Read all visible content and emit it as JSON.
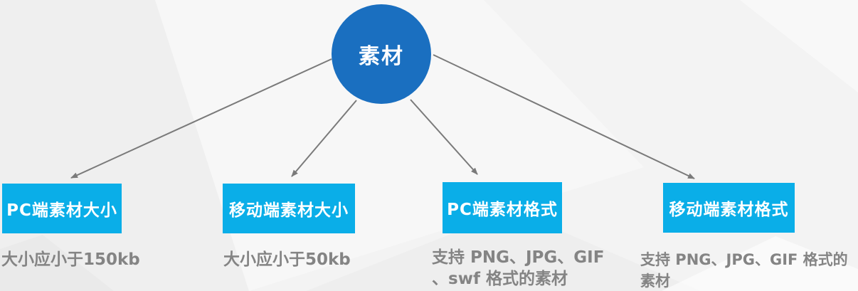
{
  "colors": {
    "background": "#f3f3f3",
    "root_fill": "#1a6fc0",
    "node_fill": "#0aaee8",
    "arrow": "#7a7a7a",
    "description_text": "#848484",
    "label_text": "#ffffff"
  },
  "root_node": {
    "label": "素材"
  },
  "nodes": [
    {
      "label": "PC端素材大小",
      "description": "大小应小于150kb"
    },
    {
      "label": "移动端素材大小",
      "description": "大小应小于50kb"
    },
    {
      "label": "PC端素材格式",
      "description": "支持 PNG、JPG、GIF\n、swf 格式的素材"
    },
    {
      "label": "移动端素材格式",
      "description": "支持 PNG、JPG、GIF 格式的素材"
    }
  ]
}
